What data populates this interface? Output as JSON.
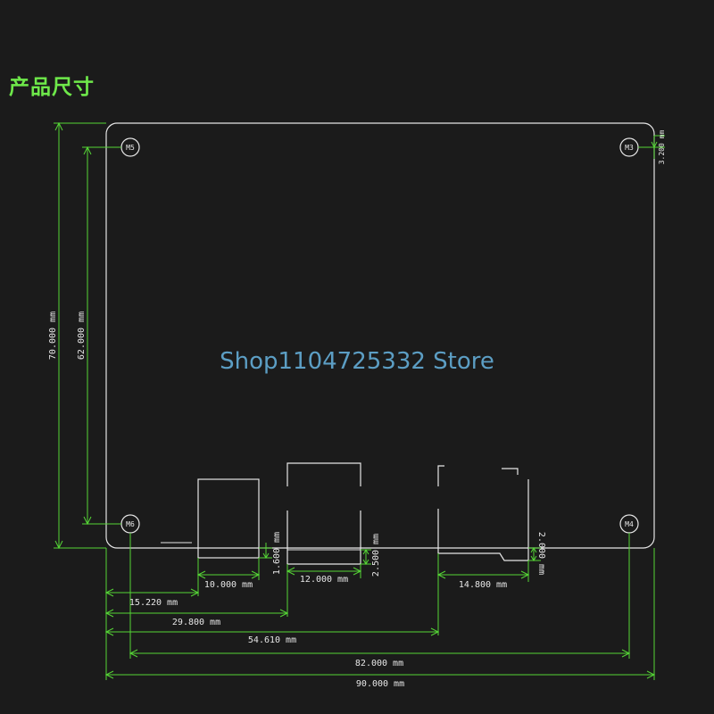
{
  "title": "产品尺寸",
  "watermark": "Shop1104725332 Store",
  "colors": {
    "background": "#1b1b1b",
    "outline": "#e6e6e6",
    "dimension_line": "#55d436",
    "title": "#6ee84a",
    "watermark": "#5c9ec4"
  },
  "holes": {
    "m5": "M5",
    "m3": "M3",
    "m6": "M6",
    "m4": "M4"
  },
  "dimensions": {
    "hole_offset": "3.200 mm",
    "total_height": "70.000 mm",
    "hole_spacing_vertical": "62.000 mm",
    "port1_height": "1.600 mm",
    "port2_height": "2.500 mm",
    "port3_height": "2.000 mm",
    "port1_width": "10.000 mm",
    "port2_width": "12.000 mm",
    "port3_width": "14.800 mm",
    "port1_offset": "15.220 mm",
    "port2_offset": "29.800 mm",
    "port3_offset": "54.610 mm",
    "hole_spacing_horizontal": "82.000 mm",
    "total_width": "90.000 mm"
  }
}
